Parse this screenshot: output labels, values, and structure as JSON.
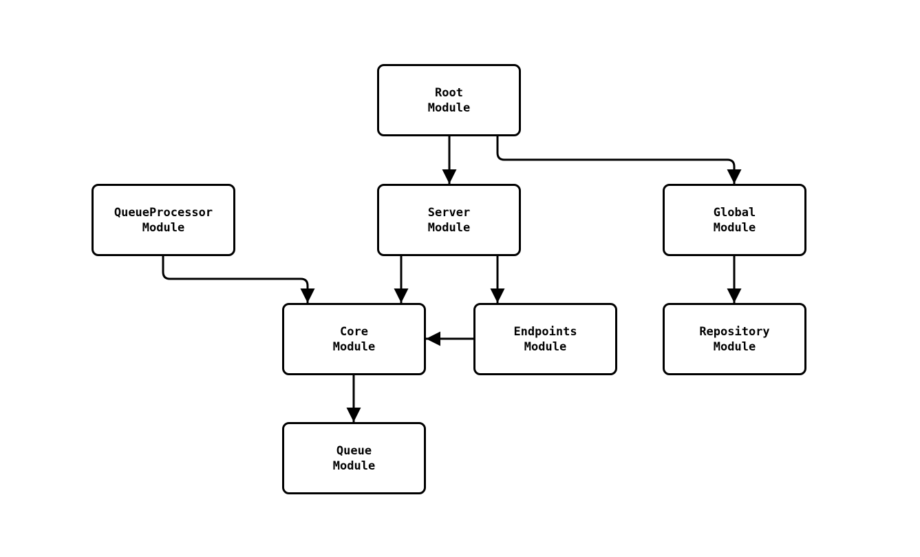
{
  "diagram": {
    "type": "module-dependency-graph",
    "colors": {
      "stroke": "#000000",
      "node_fill": "#ffffff",
      "background": "#ffffff",
      "text": "#000000"
    },
    "nodes": [
      {
        "id": "root",
        "label": "Root\nModule"
      },
      {
        "id": "queueprocessor",
        "label": "QueueProcessor\nModule"
      },
      {
        "id": "server",
        "label": "Server\nModule"
      },
      {
        "id": "global",
        "label": "Global\nModule"
      },
      {
        "id": "core",
        "label": "Core\nModule"
      },
      {
        "id": "endpoints",
        "label": "Endpoints\nModule"
      },
      {
        "id": "repository",
        "label": "Repository\nModule"
      },
      {
        "id": "queue",
        "label": "Queue\nModule"
      }
    ],
    "edges": [
      {
        "from": "Root Module",
        "to": "Server Module"
      },
      {
        "from": "Root Module",
        "to": "Global Module"
      },
      {
        "from": "QueueProcessor Module",
        "to": "Core Module"
      },
      {
        "from": "Server Module",
        "to": "Core Module"
      },
      {
        "from": "Server Module",
        "to": "Endpoints Module"
      },
      {
        "from": "Global Module",
        "to": "Repository Module"
      },
      {
        "from": "Endpoints Module",
        "to": "Core Module"
      },
      {
        "from": "Core Module",
        "to": "Queue Module"
      }
    ]
  }
}
